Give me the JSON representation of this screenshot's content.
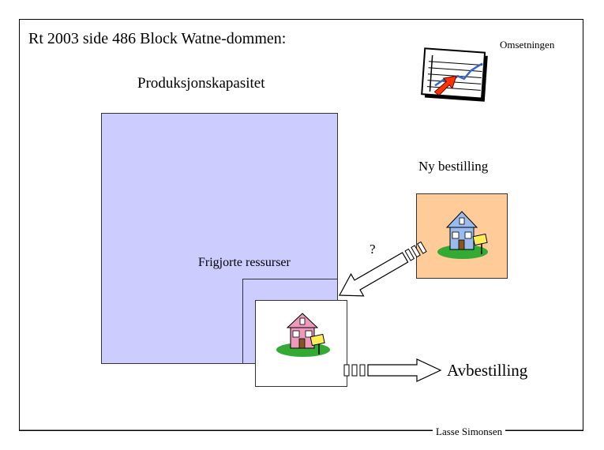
{
  "slide": {
    "title": "Rt 2003 side 486 Block Watne-dommen:",
    "revenue_label": "Omsetningen",
    "capacity_label": "Produksjonskapasitet",
    "new_order_label": "Ny bestilling",
    "question_mark": "?",
    "freed_label": "Frigjorte ressurser",
    "cancel_label": "Avbestilling",
    "author": "Lasse Simonsen"
  },
  "icons": {
    "chart": "rising-line-chart-icon",
    "house": "house-for-sale-icon"
  },
  "colors": {
    "capacity_fill": "#ccccff",
    "order_fill": "#ffcc99",
    "chart_arrow": "#ff3300",
    "chart_line": "#3366cc",
    "house_pink": "#ee99bb",
    "house_blue": "#99bbee",
    "grass": "#33aa33"
  }
}
